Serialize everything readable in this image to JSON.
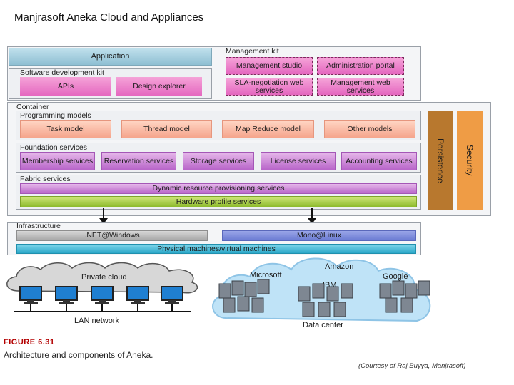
{
  "page": {
    "title": "Manjrasoft Aneka Cloud and Appliances"
  },
  "diagram": {
    "application": "Application",
    "management_kit": {
      "label": "Management kit",
      "items": [
        "Management studio",
        "Administration portal",
        "SLA-negotiation web services",
        "Management web services"
      ]
    },
    "sdk": {
      "label": "Software development kit",
      "items": [
        "APIs",
        "Design explorer"
      ]
    },
    "container": "Container",
    "programming_models": {
      "label": "Programming models",
      "items": [
        "Task model",
        "Thread model",
        "Map Reduce model",
        "Other models"
      ]
    },
    "foundation_services": {
      "label": "Foundation services",
      "items": [
        "Membership services",
        "Reservation services",
        "Storage services",
        "License services",
        "Accounting services"
      ]
    },
    "fabric_services": {
      "label": "Fabric services",
      "items": [
        "Dynamic resource provisioning services",
        "Hardware profile services"
      ]
    },
    "side": {
      "persistence": "Persistence",
      "security": "Security"
    },
    "infrastructure": {
      "label": "Infrastructure",
      "net": ".NET@Windows",
      "mono": "Mono@Linux",
      "physical": "Physical machines/virtual machines"
    },
    "clouds": {
      "private": "Private cloud",
      "lan": "LAN network",
      "microsoft": "Microsoft",
      "amazon": "Amazon",
      "google": "Google",
      "ibm": "IBM",
      "datacenter": "Data center"
    },
    "figure_label": "FIGURE 6.31",
    "caption": "Architecture and components of Aneka.",
    "courtesy": "(Courtesy of Raj Buyya, Manjrasoft)"
  },
  "colors": {
    "application": "#a9d2e2",
    "kit": "#e466bf",
    "models": "#f5a58c",
    "foundation": "#b865c9",
    "fabric_green": "#8dba2c",
    "persistence": "#b8782e",
    "security": "#ef9c45"
  },
  "icons": [
    "monitor-icon",
    "server-rack-icon",
    "cloud-icon",
    "arrow-down-icon"
  ]
}
